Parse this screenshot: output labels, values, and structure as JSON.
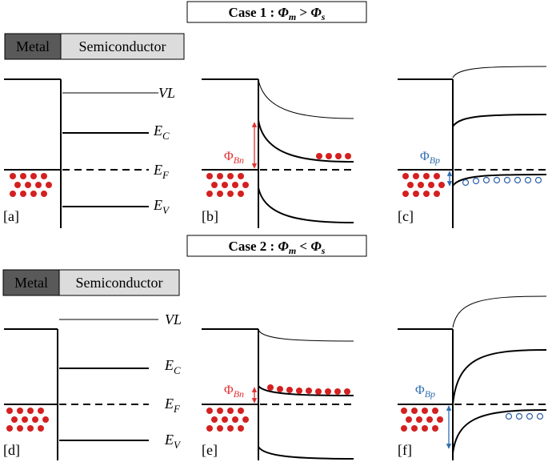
{
  "case1": {
    "label": "Case 1 : ",
    "phi": "Φ",
    "sub_m": "m",
    "relation": " > ",
    "sub_s": "s"
  },
  "case2": {
    "label": "Case 2 : ",
    "phi": "Φ",
    "sub_m": "m",
    "relation": " < ",
    "sub_s": "s"
  },
  "legend": {
    "metal": "Metal",
    "semiconductor": "Semiconductor"
  },
  "bands": {
    "vl": "VL",
    "e": "E",
    "c": "C",
    "f": "F",
    "v": "V"
  },
  "barrier": {
    "phi": "Φ",
    "bn": "Bn",
    "bp": "Bp"
  },
  "panels": [
    "[a]",
    "[b]",
    "[c]",
    "[d]",
    "[e]",
    "[f]"
  ],
  "colors": {
    "electron": "#d42020",
    "hole": "#2b5fa8",
    "barrier_n": "#e03030",
    "barrier_p": "#2f6fb0",
    "metal_fill": "#595959",
    "semi_fill": "#dcdcdc"
  }
}
